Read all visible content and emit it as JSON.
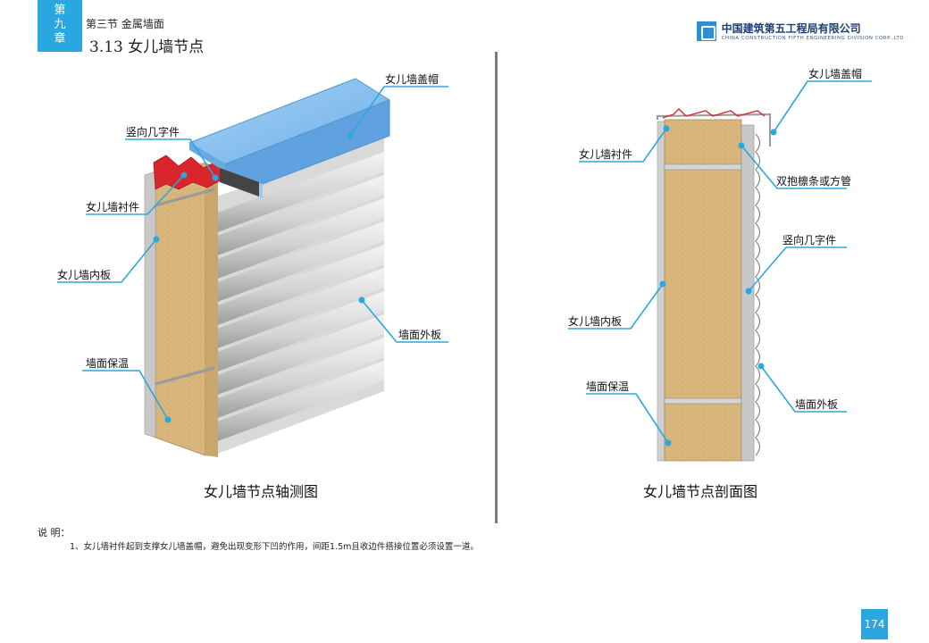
{
  "header": {
    "chapter": [
      "第",
      "九",
      "章"
    ],
    "section": "第三节 金属墙面",
    "title": "3.13 女儿墙节点",
    "company_name": "中国建筑第五工程局有限公司",
    "company_sub": "CHINA CONSTRUCTION FIFTH ENGINEERING DIVISION CORP.,LTD"
  },
  "left_figure": {
    "caption": "女儿墙节点轴测图",
    "labels": {
      "cap": "女儿墙盖帽",
      "vertical": "竖向几字件",
      "lining": "女儿墙衬件",
      "inner": "女儿墙内板",
      "outer": "墙面外板",
      "insulation": "墙面保温"
    }
  },
  "right_figure": {
    "caption": "女儿墙节点剖面图",
    "labels": {
      "cap": "女儿墙盖帽",
      "lining": "女儿墙衬件",
      "purlin": "双抱檩条或方管",
      "vertical": "竖向几字件",
      "inner": "女儿墙内板",
      "insulation": "墙面保温",
      "outer": "墙面外板"
    }
  },
  "notes": {
    "title": "说 明：",
    "items": [
      "1、女儿墙衬件起到支撑女儿墙盖帽，避免出现变形下凹的作用，间距1.5m且收边件搭接位置必须设置一道。"
    ]
  },
  "page_number": "174",
  "colors": {
    "accent": "#2aa7e1",
    "insulation": "#d9b77c",
    "cap": "#8cc2ee",
    "red_lining": "#d8262c"
  }
}
